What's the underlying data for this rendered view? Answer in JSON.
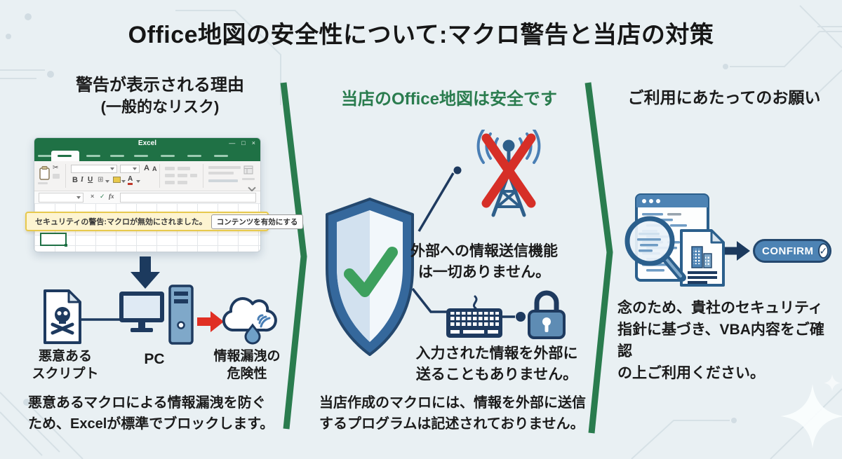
{
  "title": "Office地図の安全性について:マクロ警告と当店の対策",
  "colors": {
    "background": "#e9f0f3",
    "accent_green": "#2a7c4e",
    "excel_green": "#1f7145",
    "navy": "#1e3a5f",
    "steel_blue": "#4d83b4",
    "alert_red": "#d92f27",
    "warning_bg": "#fdf4d1",
    "warning_border": "#e7c94e"
  },
  "left": {
    "heading": [
      "警告が表示される理由",
      "(一般的なリスク)"
    ],
    "excel": {
      "title": "Excel",
      "min": "—",
      "max": "□",
      "close": "×",
      "scissors": "✂",
      "bold": "B",
      "italic": "I",
      "underline": "U",
      "borders": "⊞",
      "font_color": "A",
      "grow": "A",
      "shrink": "A",
      "cancel": "×",
      "accept": "✓",
      "fx": "fx",
      "warning": "セキュリティの警告:マクロが無効にされました。",
      "enable_button": "コンテンツを有効にする"
    },
    "labels": {
      "script": [
        "悪意ある",
        "スクリプト"
      ],
      "pc": "PC",
      "leak": [
        "情報漏洩の",
        "危険性"
      ]
    },
    "footer": [
      "悪意あるマクロによる情報漏洩を防ぐ",
      "ため、Excelが標準でブロックします。"
    ]
  },
  "center": {
    "heading": "当店のOffice地図は安全です",
    "no_external": [
      "外部への情報送信機能",
      "は一切ありません。"
    ],
    "no_input_send": [
      "入力された情報を外部に",
      "送ることもありません。"
    ],
    "footer": [
      "当店作成のマクロには、情報を外部に送信",
      "するプログラムは記述されておりません。"
    ]
  },
  "right": {
    "heading": "ご利用にあたってのお願い",
    "confirm": "CONFIRM",
    "footer": [
      "念のため、貴社のセキュリティ",
      "指針に基づき、VBA内容をご確認",
      "の上ご利用ください。"
    ]
  }
}
